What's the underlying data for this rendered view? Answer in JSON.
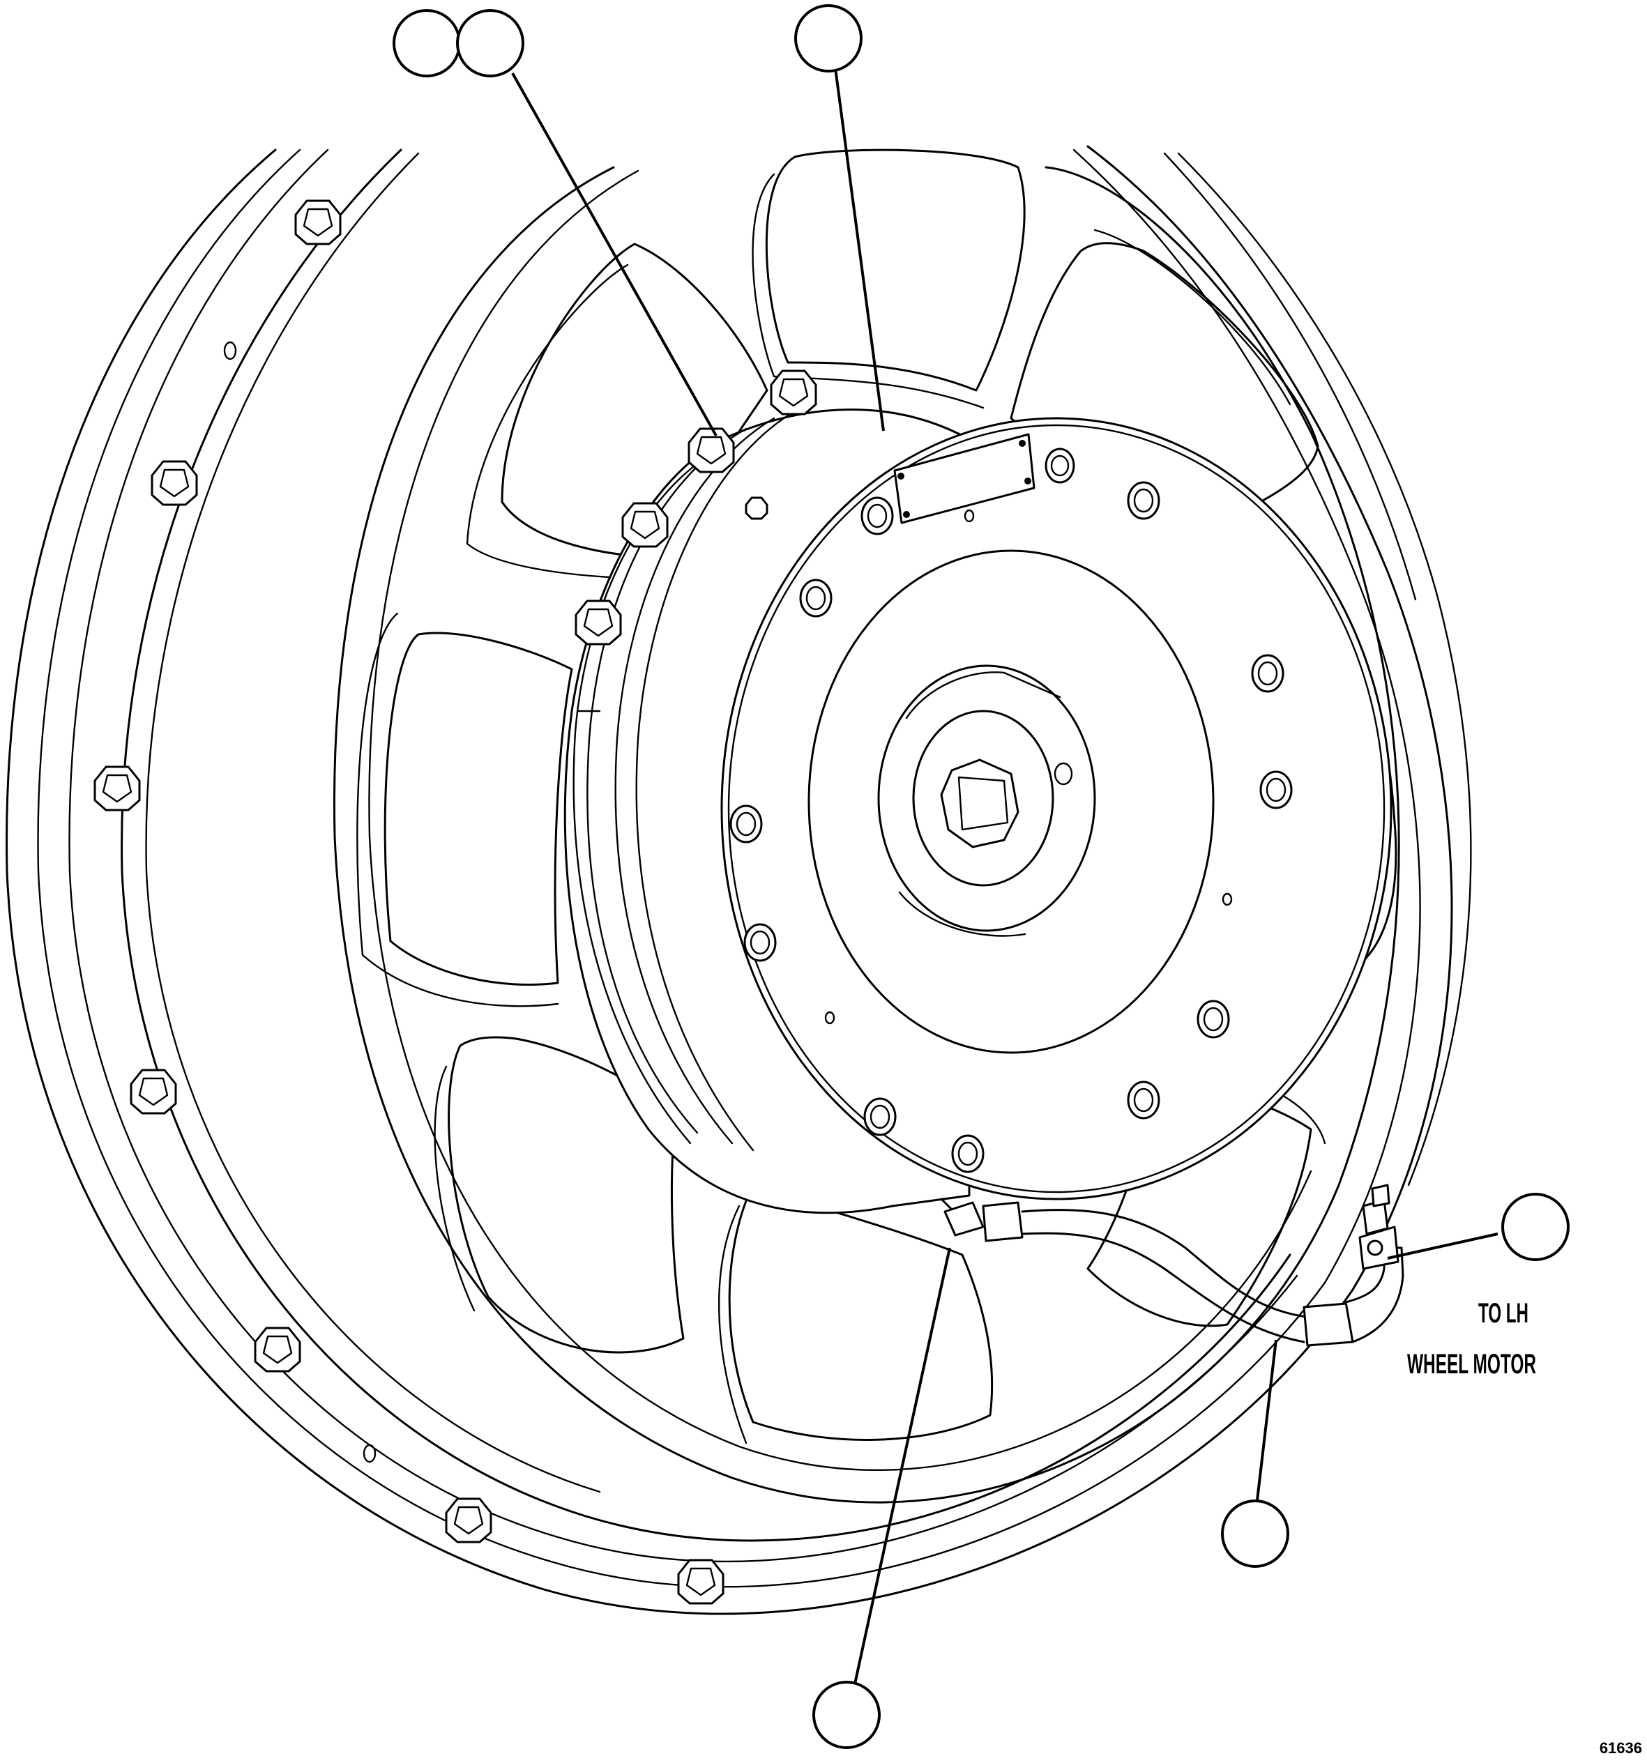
{
  "labels": {
    "destination_line1": "TO LH",
    "destination_line2": "WHEEL MOTOR",
    "figure_number": "61636"
  },
  "callouts": [
    "",
    "",
    "",
    "",
    "",
    ""
  ],
  "icons": {
    "hub_bolt": "hex-bolt-icon",
    "rim_bolt": "hex-bolt-icon",
    "cover_bolt": "socket-head-bolt-icon",
    "fitting": "tee-fitting-icon"
  }
}
